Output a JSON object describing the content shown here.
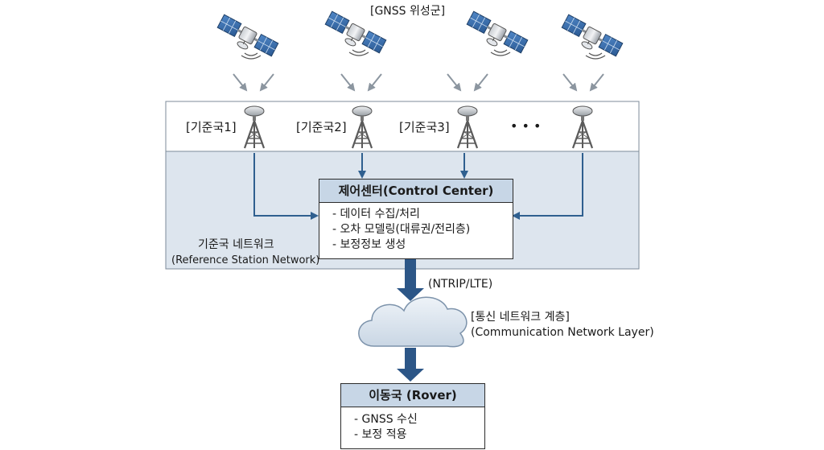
{
  "constellation_label": "[GNSS 위성군]",
  "stations": [
    {
      "label": "[기준국1]"
    },
    {
      "label": "[기준국2]"
    },
    {
      "label": "[기준국3]"
    },
    {
      "label": "• • •"
    }
  ],
  "network": {
    "label_ko": "기준국 네트워크",
    "label_en": "(Reference Station Network)"
  },
  "control_center": {
    "title": "제어센터(Control Center)",
    "items": [
      "- 데이터 수집/처리",
      "- 오차 모델링(대류권/전리층)",
      "- 보정정보 생성"
    ]
  },
  "link_label": "(NTRIP/LTE)",
  "comm_network": {
    "label_ko": "[통신 네트워크 계층]",
    "label_en": "(Communication Network Layer)"
  },
  "rover": {
    "title": "이동국 (Rover)",
    "items": [
      "- GNSS 수신",
      "- 보정 적용"
    ]
  },
  "colors": {
    "satellite_panel": "#3b6fb0",
    "panel_grid": "#ffffff",
    "arrow": "#2f5f8f",
    "thick_arrow": "#2c5687",
    "box_header": "#c7d6e6",
    "network_bg": "#dde5ee",
    "cloud": "#dde6f0",
    "cloud_stroke": "#7d93ab",
    "antenna": "#7a7a7a"
  }
}
